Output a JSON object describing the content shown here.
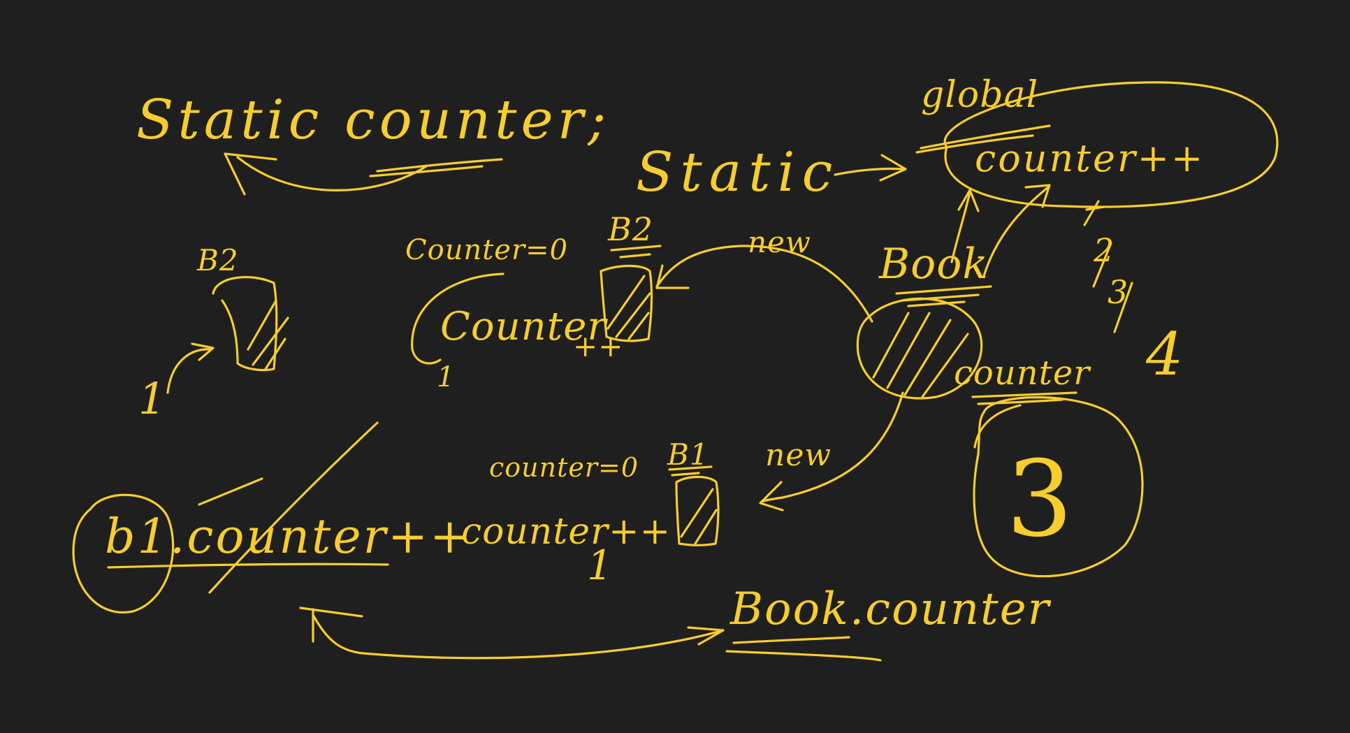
{
  "ink_color": "#f6cd2e",
  "board_color": "#1f1f1f",
  "labels": {
    "static_counter": "Static counter;",
    "static": "Static",
    "global": "global",
    "counter_global": "counter++",
    "b2_left": "B2",
    "counter_zero_b2": "Counter=0",
    "b2_label": "B2",
    "new_top": "new",
    "book_top": "Book",
    "counter_b2_body": "Counter",
    "inc_b2": "++",
    "one_b2": "1",
    "counter_book": "counter",
    "two": "2",
    "three_small": "3",
    "four": "4",
    "one_left": "1",
    "new_bottom": "new",
    "counter_zero_b1": "counter=0",
    "b1_label": "B1",
    "three_big": "3",
    "b1_counter": "b1.counter++",
    "counter_b1": "counter++",
    "one_b1": "1",
    "book_counter": "Book.counter"
  }
}
